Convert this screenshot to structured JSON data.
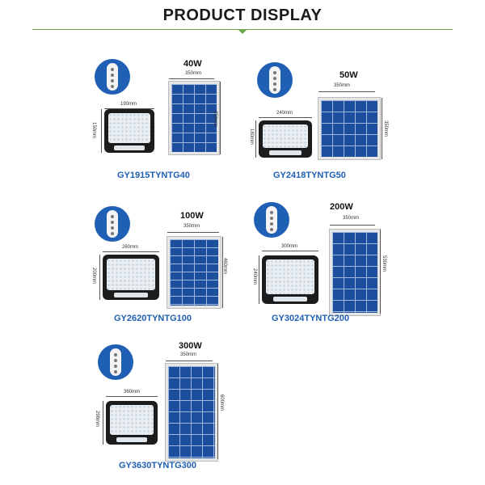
{
  "title": "PRODUCT DISPLAY",
  "products": [
    {
      "watt": "40W",
      "panel_w": "350mm",
      "panel_h": "250mm",
      "lamp_w": "190mm",
      "lamp_h": "150mm",
      "model": "GY1915TYNTG40"
    },
    {
      "watt": "50W",
      "panel_w": "350mm",
      "panel_h": "350mm",
      "lamp_w": "240mm",
      "lamp_h": "180mm",
      "model": "GY2418TYNTG50"
    },
    {
      "watt": "100W",
      "panel_w": "350mm",
      "panel_h": "460mm",
      "lamp_w": "260mm",
      "lamp_h": "200mm",
      "model": "GY2620TYNTG100"
    },
    {
      "watt": "200W",
      "panel_w": "350mm",
      "panel_h": "530mm",
      "lamp_w": "300mm",
      "lamp_h": "240mm",
      "model": "GY3024TYNTG200"
    },
    {
      "watt": "300W",
      "panel_w": "350mm",
      "panel_h": "600mm",
      "lamp_w": "360mm",
      "lamp_h": "298mm",
      "model": "GY3630TYNTG300"
    }
  ],
  "colors": {
    "accent": "#1f5fb4",
    "rule": "#6aa84f",
    "panel": "#1d4f9e"
  },
  "icons": [
    "remote-control-icon"
  ]
}
